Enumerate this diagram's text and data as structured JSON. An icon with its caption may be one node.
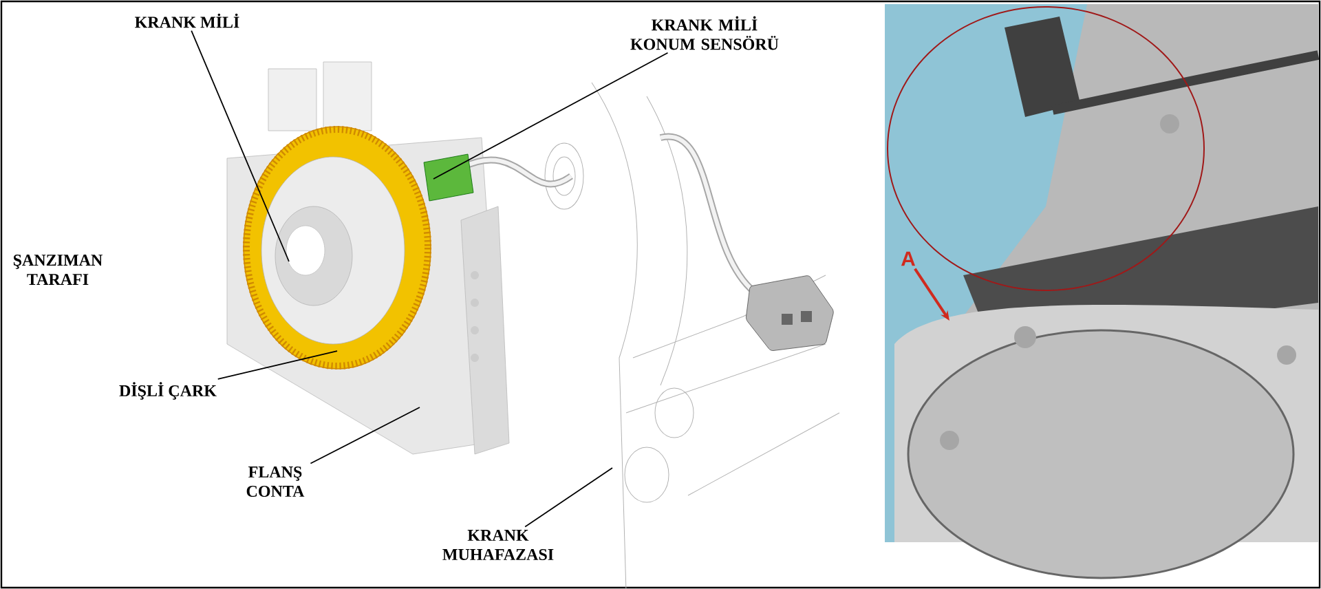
{
  "diagram": {
    "nodes": [
      {
        "text": [
          "KRANK MİLİ"
        ]
      },
      {
        "text": [
          "KRANK MİLİ KONUM SENSÖRÜ"
        ]
      },
      {
        "text": [
          "DİŞLİ ÇARK"
        ]
      },
      {
        "text": [
          "FLANŞ CONTA"
        ]
      },
      {
        "text": [
          "KRANK MUHAFAZASI"
        ]
      },
      {
        "text": [
          "A"
        ]
      }
    ],
    "edges": [
      {
        "from": 0,
        "to": null,
        "arrow": "none"
      },
      {
        "from": 1,
        "to": null,
        "arrow": "none"
      },
      {
        "from": 2,
        "to": null,
        "arrow": "none"
      },
      {
        "from": 3,
        "to": null,
        "arrow": "none"
      },
      {
        "from": 4,
        "to": null,
        "arrow": "none"
      },
      {
        "from": 5,
        "to": null,
        "arrow": "to",
        "color": "#d02a1e"
      }
    ],
    "labels": [
      "ŞANZIMAN TARAFI"
    ]
  }
}
